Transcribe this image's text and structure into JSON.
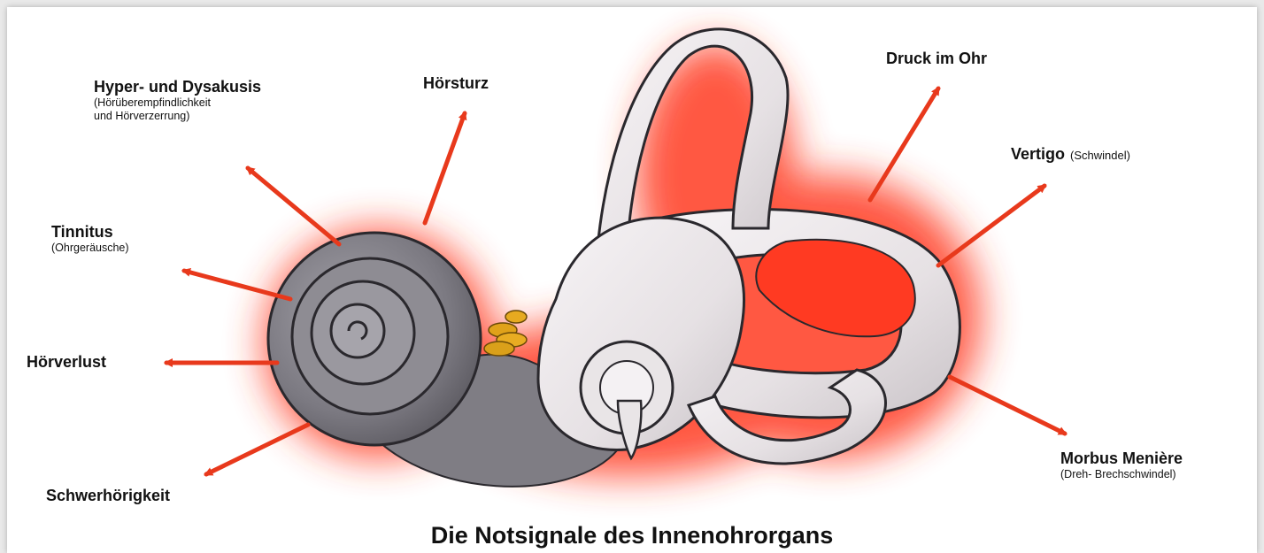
{
  "title": "Die Notsignale des Innenohrorgans",
  "colors": {
    "arrow": "#e8391c",
    "glow": "#ff2a14",
    "cochlea": "#8a8890",
    "labyrinth": "#ece8ea",
    "nerve": "#e0a21a"
  },
  "symptoms": {
    "hyperakusis": {
      "title": "Hyper- und Dysakusis",
      "detail_line1": "(Hörüberempfindlichkeit",
      "detail_line2": "und Hörverzerrung)"
    },
    "hoersturz": {
      "title": "Hörsturz"
    },
    "tinnitus": {
      "title": "Tinnitus",
      "detail": "(Ohrgeräusche)"
    },
    "hoerverlust": {
      "title": "Hörverlust"
    },
    "schwerhoerigkeit": {
      "title": "Schwerhörigkeit"
    },
    "druck": {
      "title": "Druck im Ohr"
    },
    "vertigo": {
      "title": "Vertigo",
      "detail": "(Schwindel)"
    },
    "meniere": {
      "title": "Morbus Menière",
      "detail": "(Dreh- Brechschwindel)"
    }
  }
}
